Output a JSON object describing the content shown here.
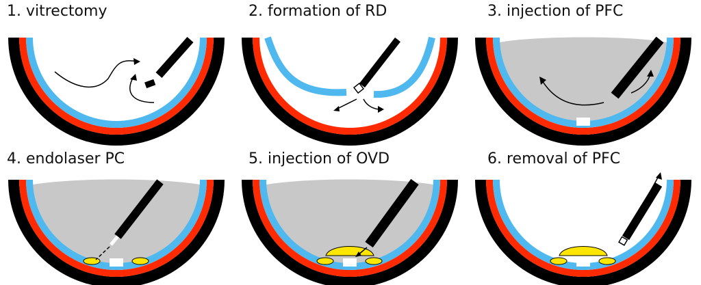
{
  "panels": [
    {
      "label": "1. vitrectomy"
    },
    {
      "label": "2. formation of RD"
    },
    {
      "label": "3. injection of PFC"
    },
    {
      "label": "4. endolaser PC"
    },
    {
      "label": "5. injection of OVD"
    },
    {
      "label": "6. removal of PFC"
    }
  ],
  "colors": {
    "sclera": "#000000",
    "choroid": "#ff2a00",
    "retina": "#4fb8ee",
    "pfc": "#c8c8c8",
    "ovd": "#ffe600",
    "instrument": "#000000"
  }
}
